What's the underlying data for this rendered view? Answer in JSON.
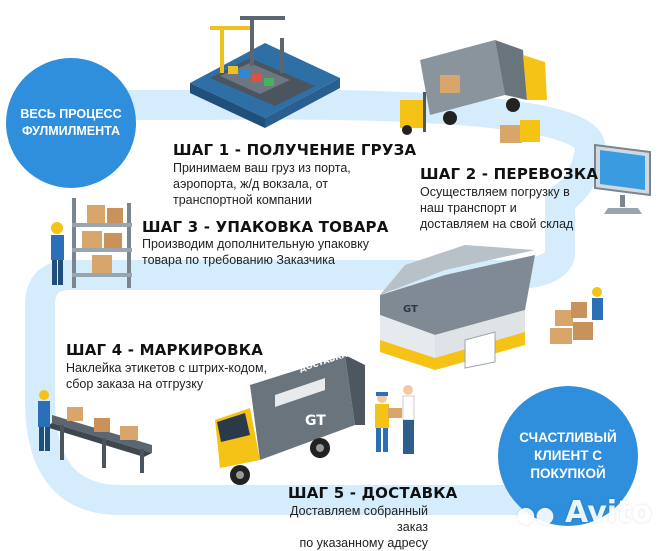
{
  "colors": {
    "track": "#d4ecfb",
    "circle": "#2f8fdc",
    "truck_yellow": "#f4c315",
    "box": "#d8a56a"
  },
  "intro_circle": {
    "label": "ВЕСЬ ПРОЦЕСС ФУЛМИЛМЕНТА"
  },
  "final_circle": {
    "label": "СЧАСТЛИВЫЙ КЛИЕНТ С ПОКУПКОЙ"
  },
  "steps": [
    {
      "title": "ШАГ 1 - ПОЛУЧЕНИЕ ГРУЗА",
      "text": "Принимаем ваш груз из порта,\nаэропорта, ж/д вокзала, от\nтранспортной компании"
    },
    {
      "title": "ШАГ 2 - ПЕРЕВОЗКА",
      "text": "Осуществляем погрузку в\nнаш транспорт и\nдоставляем на свой склад"
    },
    {
      "title": "ШАГ 3 - УПАКОВКА ТОВАРА",
      "text": "Производим дополнительную упаковку\nтовара по требованию Заказчика"
    },
    {
      "title": "ШАГ 4 - МАРКИРОВКА",
      "text": "Наклейка этикетов с штрих-кодом,\nсбор заказа на отгрузку"
    },
    {
      "title": "ШАГ 5 - ДОСТАВКА",
      "text": "Доставляем собранный заказ\nпо указанному адресу"
    }
  ],
  "truck_sign": "ДОСТАВКА",
  "logo_text": "GT",
  "watermark": "Avito"
}
